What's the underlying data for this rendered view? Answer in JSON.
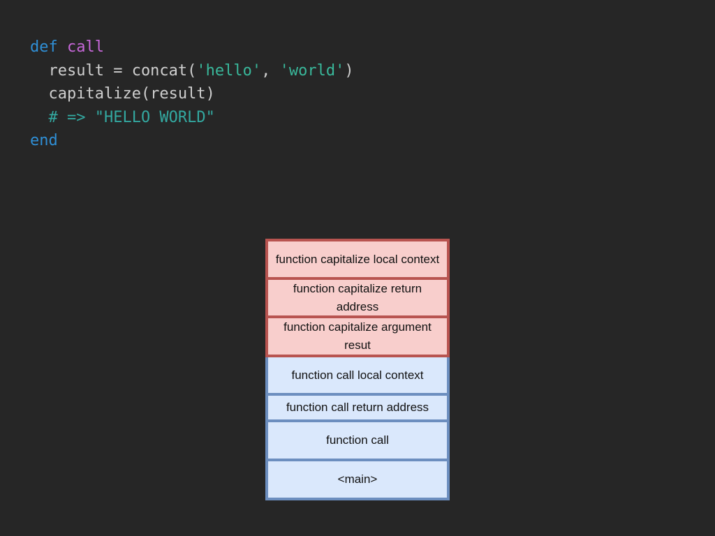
{
  "code": {
    "lines": [
      [
        {
          "t": "def ",
          "c": "kw"
        },
        {
          "t": "call",
          "c": "fn"
        }
      ],
      [
        {
          "t": "  result = concat(",
          "c": "plain"
        },
        {
          "t": "'hello'",
          "c": "str"
        },
        {
          "t": ", ",
          "c": "plain"
        },
        {
          "t": "'world'",
          "c": "str"
        },
        {
          "t": ")",
          "c": "plain"
        }
      ],
      [
        {
          "t": "  capitalize(result)",
          "c": "plain"
        }
      ],
      [
        {
          "t": "  # => \"HELLO WORLD\"",
          "c": "cm"
        }
      ],
      [
        {
          "t": "end",
          "c": "kw"
        }
      ]
    ]
  },
  "stack": {
    "frames": [
      {
        "label": "function capitalize local context",
        "kind": "red"
      },
      {
        "label": "function capitalize return address",
        "kind": "red"
      },
      {
        "label": "function capitalize argument resut",
        "kind": "red"
      },
      {
        "label": "function call local context",
        "kind": "blue"
      },
      {
        "label": "function call return address",
        "kind": "blue"
      },
      {
        "label": "function call",
        "kind": "blue"
      },
      {
        "label": "<main>",
        "kind": "blue"
      }
    ]
  },
  "colors": {
    "background": "#262626",
    "keyword": "#2f8fd6",
    "function_name": "#c667d8",
    "string": "#39b89b",
    "comment": "#33a8a0",
    "frame_red_fill": "#f8cecc",
    "frame_red_border": "#b85450",
    "frame_blue_fill": "#dae8fc",
    "frame_blue_border": "#6c8ebf"
  }
}
